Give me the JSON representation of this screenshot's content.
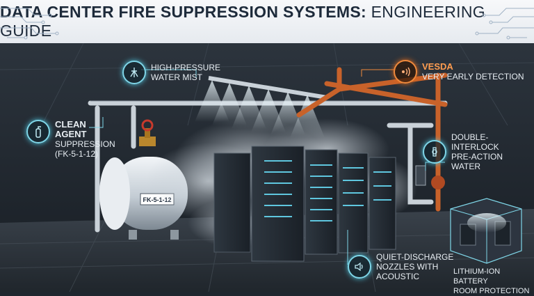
{
  "header": {
    "title_bold": "DATA CENTER FIRE SUPPRESSION SYSTEMS:",
    "title_light": " ENGINEERING GUIDE"
  },
  "callouts": {
    "clean_agent": {
      "line1": "CLEAN",
      "line2": "AGENT",
      "line3": "SUPPRESSION",
      "line4": "(FK-5-1-12)",
      "icon": "fire-extinguisher-icon"
    },
    "water_mist": {
      "line1": "HIGH-PRESSURE",
      "line2": "WATER MIST",
      "icon": "sprinkler-icon"
    },
    "vesda": {
      "line1": "VESDA",
      "line2": "VERY EARLY DETECTION",
      "icon": "detection-wave-icon"
    },
    "preaction": {
      "line1": "DOUBLE-INTERLOCK",
      "line2": "PRE-ACTION WATER",
      "icon": "valve-icon"
    },
    "quiet_nozzle": {
      "line1": "QUIET-DISCHARGE",
      "line2": "NOZZLES WITH",
      "line3": "ACOUSTIC",
      "icon": "speaker-icon"
    },
    "battery": {
      "line1": "LITHIUM-ION BATTERY",
      "line2": "ROOM PROTECTION"
    }
  },
  "tank": {
    "label": "FK-5-1-12"
  },
  "colors": {
    "accent_cyan": "#7fd6e8",
    "accent_orange": "#f08a3c",
    "pipe_gray": "#c9d1d8",
    "pipe_orange": "#c8622a",
    "background": "#1f262e"
  }
}
